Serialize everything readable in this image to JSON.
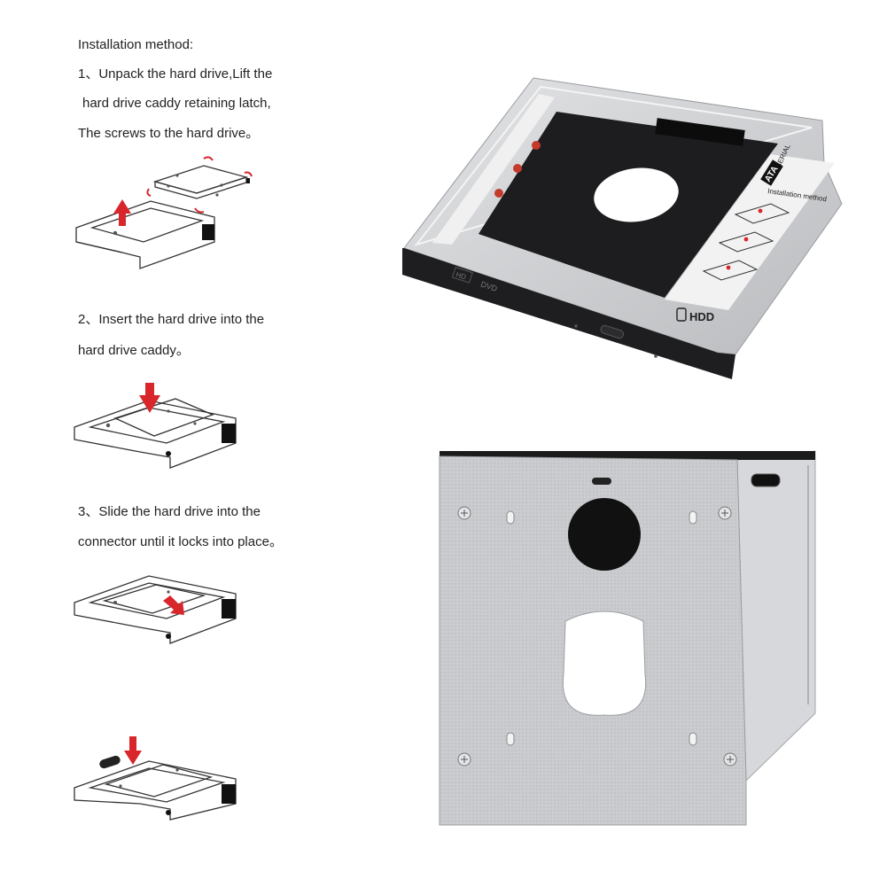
{
  "instructions": {
    "heading": "Installation method:",
    "step1_line1": "1、Unpack the hard drive,Lift the",
    "step1_line2": "hard drive caddy retaining latch,",
    "step1_line3": "The screws to the hard drive。",
    "step2_line1": "2、Insert the hard drive into the",
    "step2_line2": "hard drive caddy。",
    "step3_line1": "3、Slide the hard drive into the",
    "step3_line2": "connector until it locks into place。"
  },
  "product_top": {
    "bezel_badge_dvd": "DVD",
    "bezel_badge_hd": "HD",
    "sticker_serial": "SERIAL",
    "sticker_ata": "ATA",
    "sticker_install": "Installation method",
    "sticker_hdd": "HDD"
  },
  "colors": {
    "arrow_red": "#d8262b",
    "caddy_black": "#1c1c1c",
    "aluminum": "#c9cacc",
    "aluminum_dark": "#a3a5a8"
  }
}
